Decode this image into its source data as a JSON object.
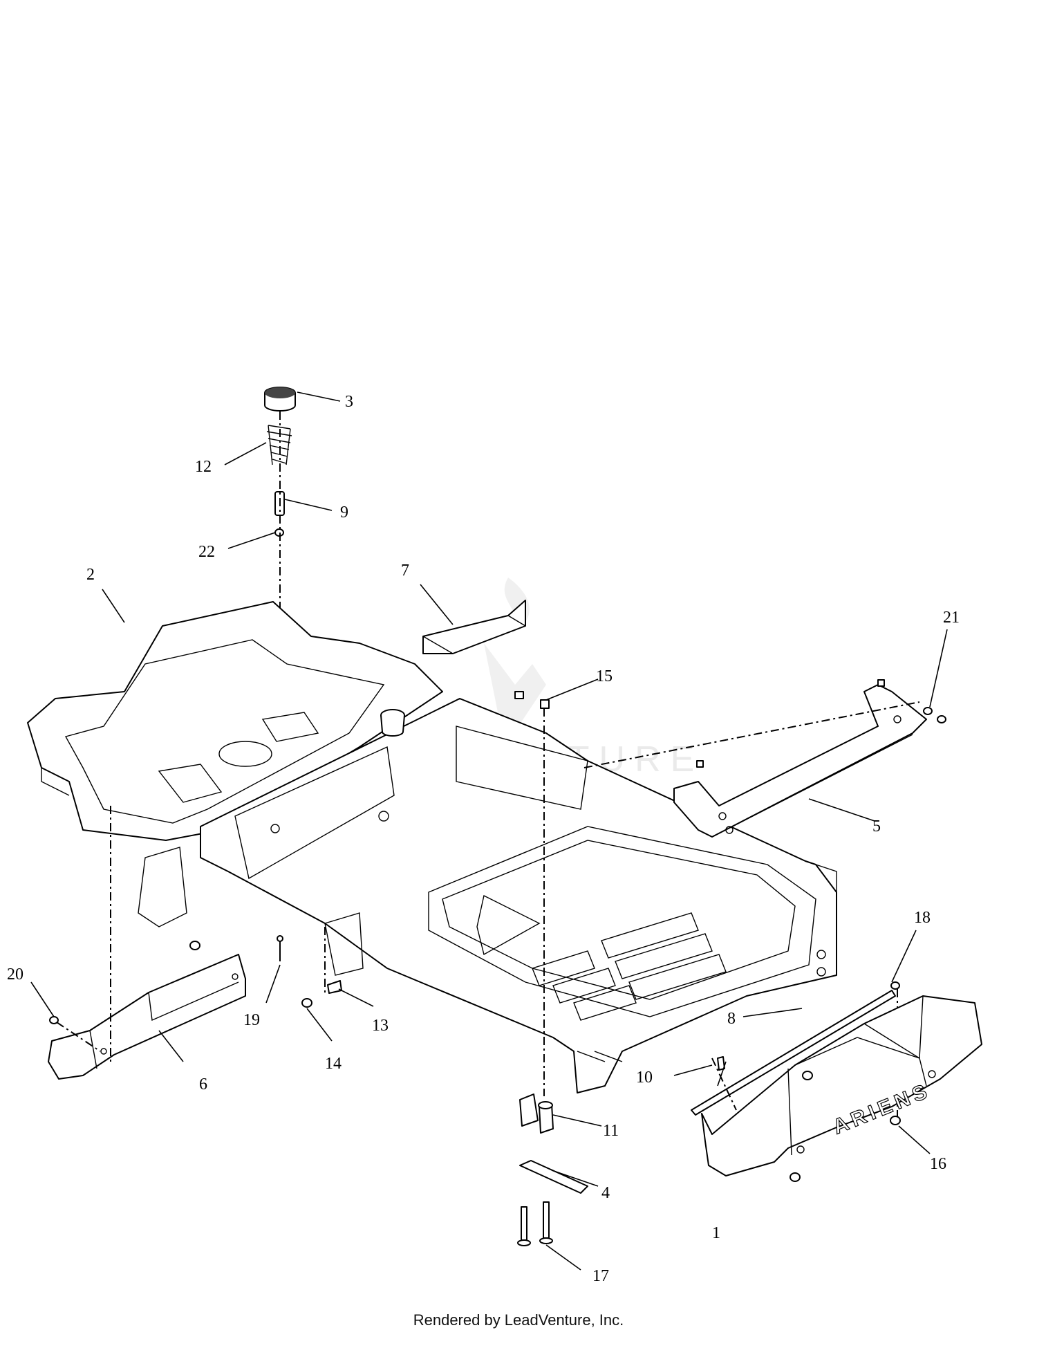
{
  "callouts": {
    "c1": "1",
    "c2": "2",
    "c3": "3",
    "c4": "4",
    "c5": "5",
    "c6": "6",
    "c7": "7",
    "c8": "8",
    "c9": "9",
    "c10": "10",
    "c11": "11",
    "c12": "12",
    "c13": "13",
    "c14": "14",
    "c15": "15",
    "c16": "16",
    "c17": "17",
    "c18": "18",
    "c19": "19",
    "c20": "20",
    "c21": "21",
    "c22": "22"
  },
  "brand_text": "ARIENS",
  "watermark": "LEADVENTURE",
  "footer": "Rendered by LeadVenture, Inc."
}
